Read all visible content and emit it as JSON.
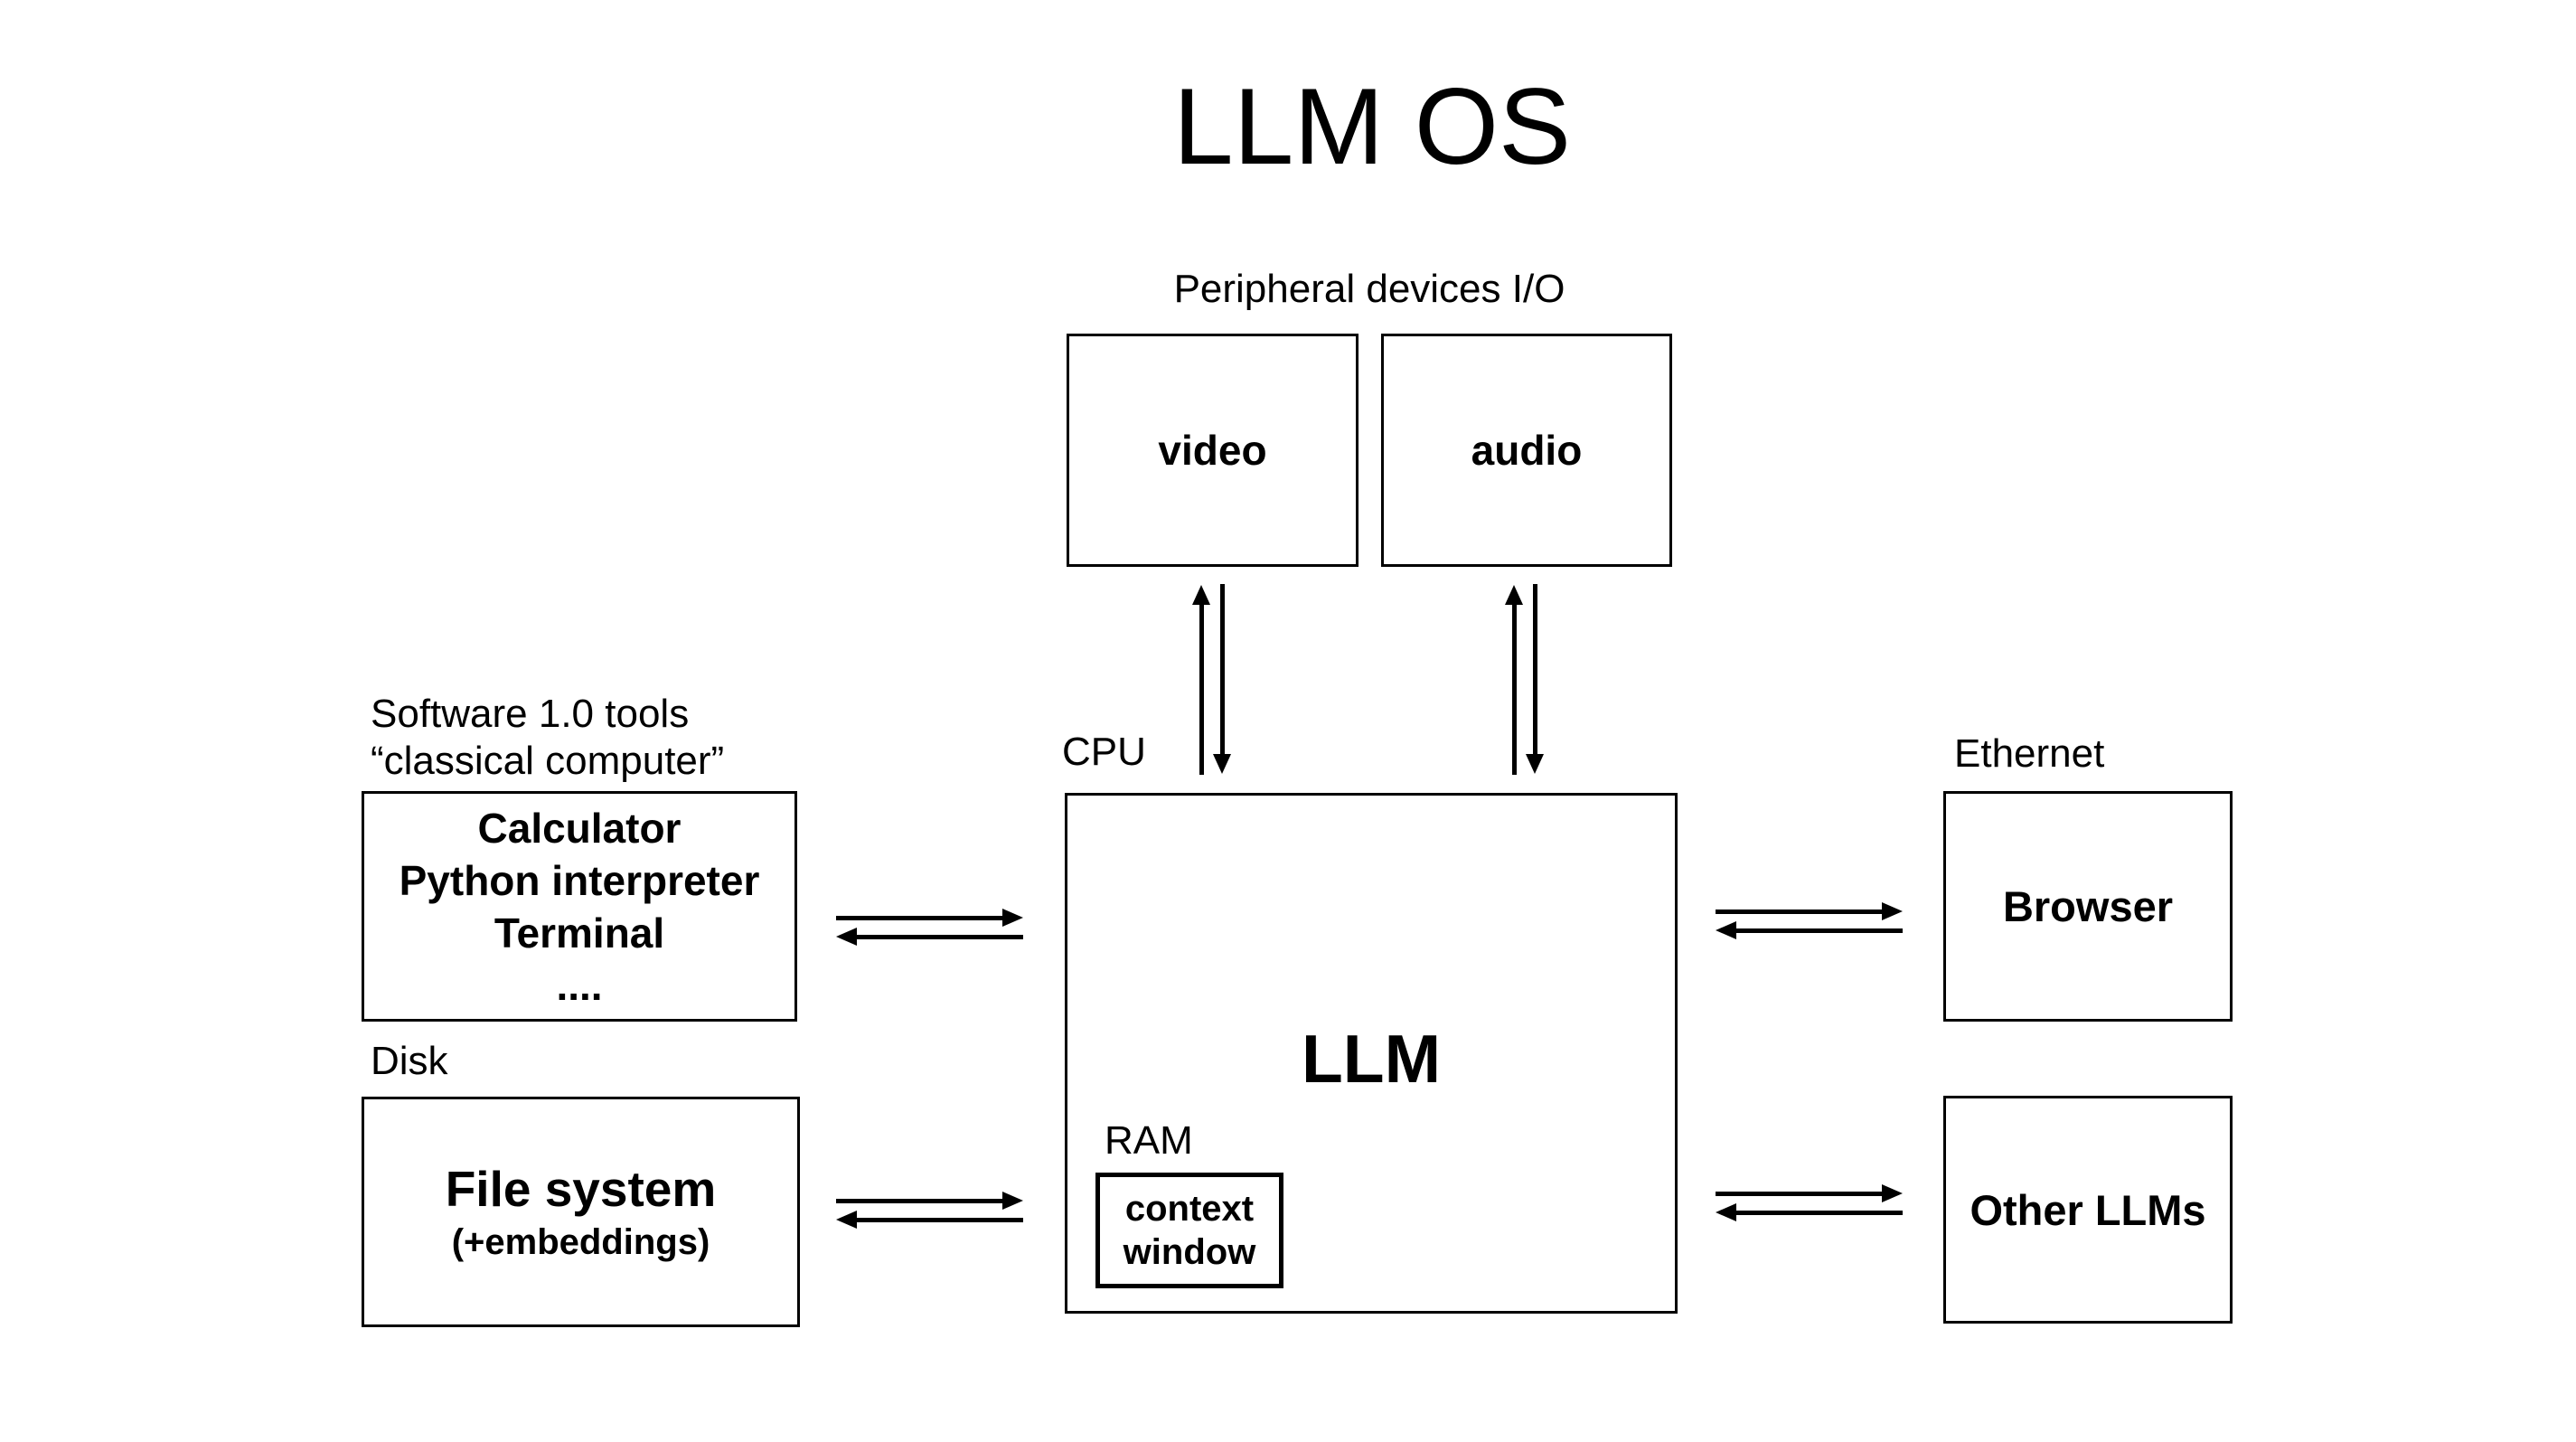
{
  "title": "LLM OS",
  "peripherals": {
    "label": "Peripheral devices I/O",
    "video_label": "video",
    "audio_label": "audio"
  },
  "cpu": {
    "label": "CPU",
    "core_label": "LLM",
    "ram_label": "RAM",
    "context_window_line1": "context",
    "context_window_line2": "window"
  },
  "software_tools": {
    "label_line1": "Software 1.0 tools",
    "label_line2": "“classical computer”",
    "items": [
      "Calculator",
      "Python interpreter",
      "Terminal",
      "...."
    ]
  },
  "disk": {
    "label": "Disk",
    "title": "File system",
    "subtitle": "(+embeddings)"
  },
  "ethernet": {
    "label": "Ethernet",
    "browser_label": "Browser"
  },
  "other_llms": {
    "label": "Other LLMs"
  },
  "colors": {
    "ink": "#000000",
    "background": "#ffffff"
  },
  "connections": [
    {
      "from": "video",
      "to": "LLM",
      "type": "bidirectional"
    },
    {
      "from": "audio",
      "to": "LLM",
      "type": "bidirectional"
    },
    {
      "from": "Software 1.0 tools",
      "to": "LLM",
      "type": "bidirectional"
    },
    {
      "from": "File system",
      "to": "LLM",
      "type": "bidirectional"
    },
    {
      "from": "LLM",
      "to": "Browser",
      "type": "bidirectional"
    },
    {
      "from": "LLM",
      "to": "Other LLMs",
      "type": "bidirectional"
    }
  ]
}
